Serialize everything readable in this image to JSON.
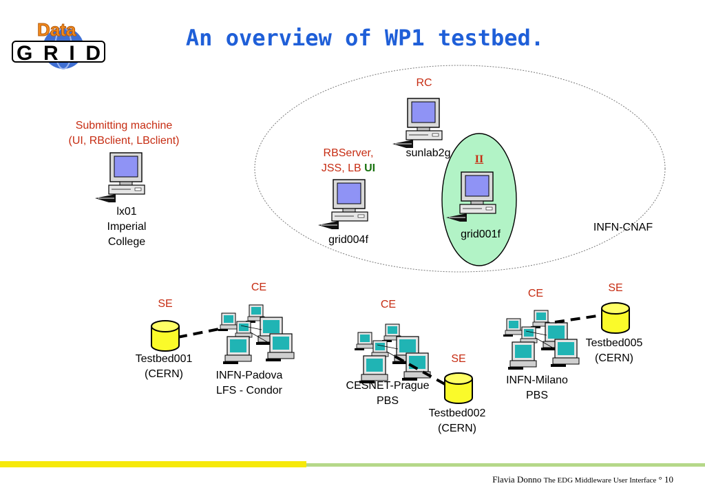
{
  "title": "An overview of WP1 testbed.",
  "logo": {
    "top_text": "Data",
    "bottom_text": "GRID"
  },
  "ce_color": "#c62c12",
  "accent_blue": "#1f5fd8",
  "ii_ellipse_color": "#b2f3c6",
  "nodes": {
    "rc": {
      "role": "RC",
      "name": "sunlab2g"
    },
    "rbserver": {
      "role_line1": "RBServer,",
      "role_line2": "JSS, LB ",
      "ui": "UI",
      "name": "grid004f"
    },
    "ii": {
      "role": "II",
      "name": "grid001f"
    },
    "site_cnaf": "INFN-CNAF",
    "submitting": {
      "line1": "Submitting machine",
      "line2": "(UI, RBclient, LBclient)",
      "name1": "lx01",
      "name2": "Imperial",
      "name3": "College"
    }
  },
  "sites": {
    "padova": {
      "ce": "CE",
      "se": "SE",
      "se_line1": "Testbed001",
      "se_line2": "(CERN)",
      "line1": "INFN-Padova",
      "line2": "LFS - Condor"
    },
    "prague": {
      "ce": "CE",
      "se": "SE",
      "se_line1": "Testbed002",
      "se_line2": "(CERN)",
      "line1": "CESNET-Prague",
      "line2": "PBS"
    },
    "milano": {
      "ce": "CE",
      "se": "SE",
      "se_line1": "Testbed005",
      "se_line2": "(CERN)",
      "line1": "INFN-Milano",
      "line2": "PBS"
    }
  },
  "footer": {
    "author": "Flavia Donno",
    "subtitle": "The EDG Middleware User Interface",
    "page": "° 10"
  }
}
